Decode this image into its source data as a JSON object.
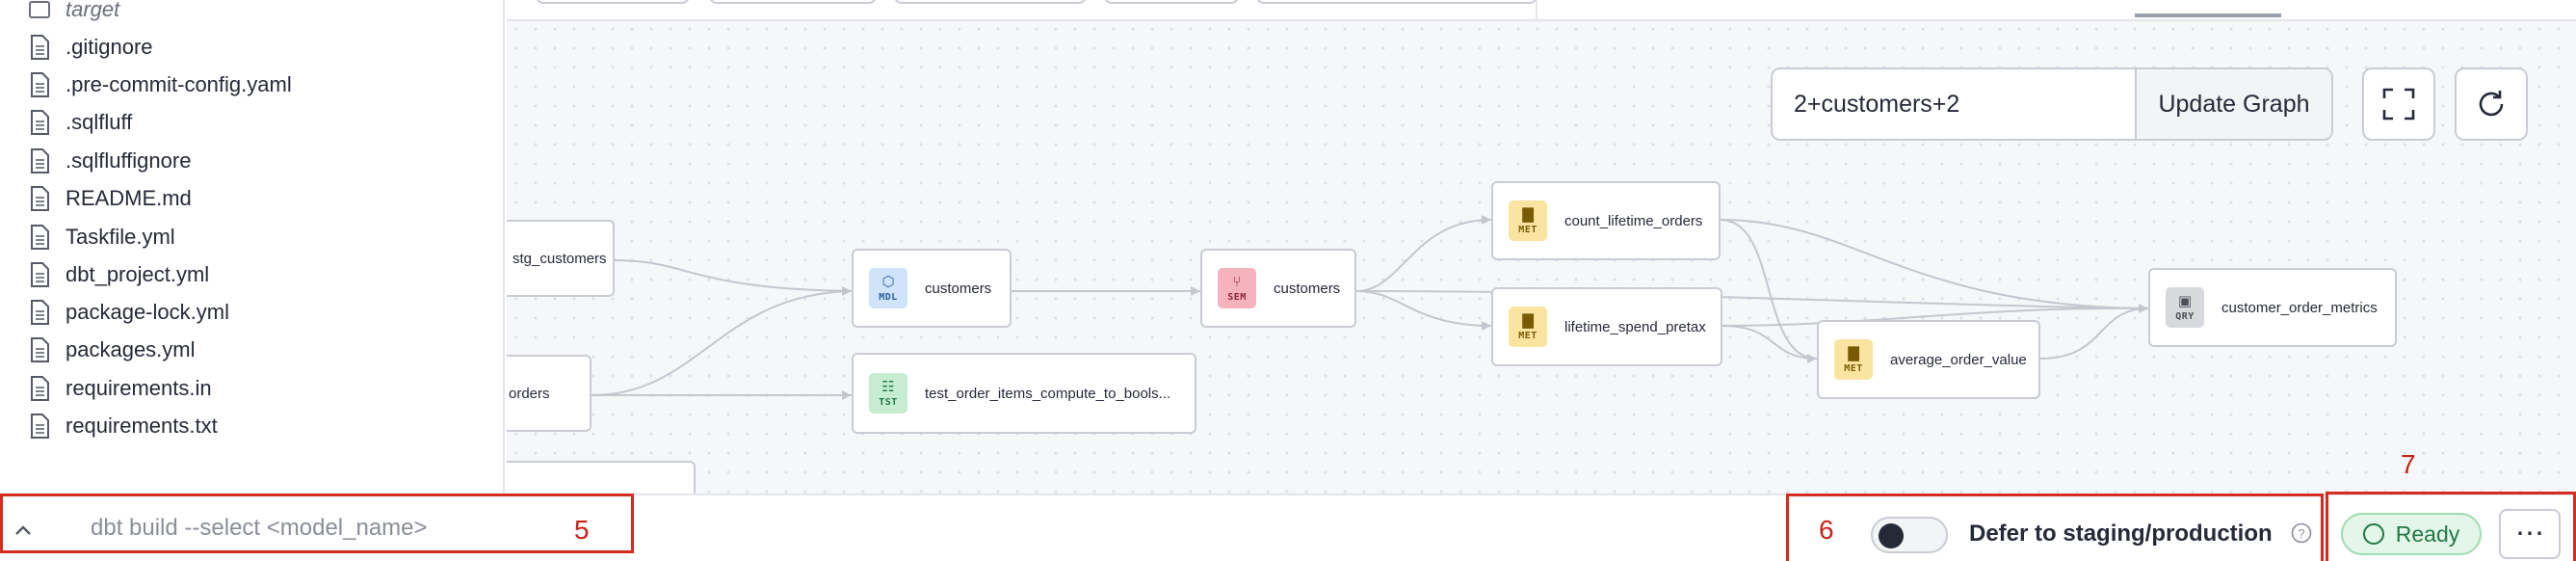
{
  "sidebar": {
    "items": [
      {
        "label": "target",
        "icon": "folder-icon",
        "kind": "folder"
      },
      {
        "label": ".gitignore",
        "icon": "file-icon"
      },
      {
        "label": ".pre-commit-config.yaml",
        "icon": "file-icon"
      },
      {
        "label": ".sqlfluff",
        "icon": "file-icon"
      },
      {
        "label": ".sqlfluffignore",
        "icon": "file-icon"
      },
      {
        "label": "README.md",
        "icon": "file-icon"
      },
      {
        "label": "Taskfile.yml",
        "icon": "file-icon"
      },
      {
        "label": "dbt_project.yml",
        "icon": "file-icon"
      },
      {
        "label": "package-lock.yml",
        "icon": "file-icon"
      },
      {
        "label": "packages.yml",
        "icon": "file-icon"
      },
      {
        "label": "requirements.in",
        "icon": "file-icon"
      },
      {
        "label": "requirements.txt",
        "icon": "file-icon"
      }
    ]
  },
  "graph": {
    "selector_value": "2+customers+2",
    "update_label": "Update Graph",
    "fullscreen_icon": "expand-icon",
    "refresh_icon": "refresh-icon",
    "nodes": [
      {
        "id": "stg_customers",
        "label": "stg_customers",
        "badge": ""
      },
      {
        "id": "orders",
        "label": "orders",
        "badge": ""
      },
      {
        "id": "customers_mdl",
        "label": "customers",
        "badge": "MDL"
      },
      {
        "id": "test_node",
        "label": "test_order_items_compute_to_bools...",
        "badge": "TST"
      },
      {
        "id": "customers_sem",
        "label": "customers",
        "badge": "SEM"
      },
      {
        "id": "count_lifetime_orders",
        "label": "count_lifetime_orders",
        "badge": "MET"
      },
      {
        "id": "lifetime_spend_pretax",
        "label": "lifetime_spend_pretax",
        "badge": "MET"
      },
      {
        "id": "average_order_value",
        "label": "average_order_value",
        "badge": "MET"
      },
      {
        "id": "customer_order_metrics",
        "label": "customer_order_metrics",
        "badge": "QRY"
      }
    ]
  },
  "bottombar": {
    "command_placeholder": "dbt build --select <model_name>",
    "defer_label": "Defer to staging/production",
    "ready_label": "Ready",
    "more_label": "⋯",
    "annotations": [
      "5",
      "6",
      "7"
    ]
  },
  "colors": {
    "accent_red": "#d62b1f",
    "ready_green": "#1f7a45",
    "mdl_bg": "#cfe4fb",
    "sem_bg": "#f6b3bd",
    "met_bg": "#fbe3a0",
    "qry_bg": "#d7d9dd",
    "tst_bg": "#c6edd2"
  }
}
